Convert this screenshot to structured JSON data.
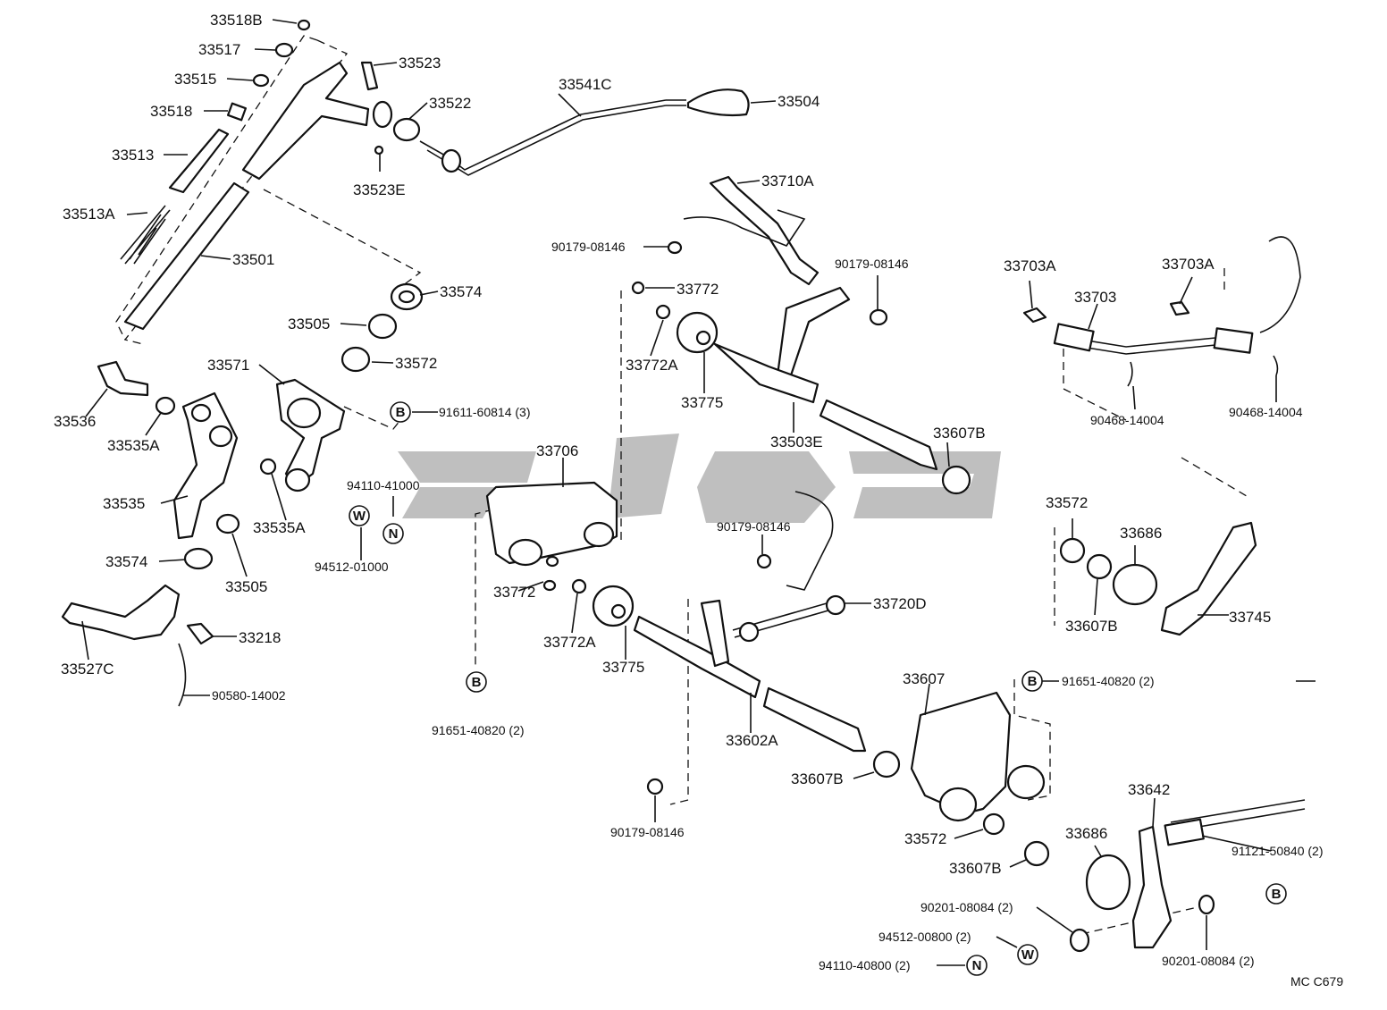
{
  "diagram_code": "MC  C679",
  "labels": {
    "p33518B": "33518B",
    "p33517": "33517",
    "p33515": "33515",
    "p33518": "33518",
    "p33513": "33513",
    "p33513A": "33513A",
    "p33501": "33501",
    "p33523": "33523",
    "p33522": "33522",
    "p33523E": "33523E",
    "p33541C": "33541C",
    "p33504": "33504",
    "p33574a": "33574",
    "p33505a": "33505",
    "p33572a": "33572",
    "p33571": "33571",
    "p91611": "91611-60814 (3)",
    "p33536": "33536",
    "p33535Aa": "33535A",
    "p33535": "33535",
    "p33535Ab": "33535A",
    "p33574b": "33574",
    "p33505b": "33505",
    "p94110_41000": "94110-41000",
    "p94512_01000": "94512-01000",
    "p33527C": "33527C",
    "p33218": "33218",
    "p90580": "90580-14002",
    "p33710A": "33710A",
    "p90179a": "90179-08146",
    "p90179b": "90179-08146",
    "p33772a": "33772",
    "p33772Aa": "33772A",
    "p33775a": "33775",
    "p33503E": "33503E",
    "p33607Ba": "33607B",
    "p33706": "33706",
    "p33772b": "33772",
    "p33772Ab": "33772A",
    "p33775b": "33775",
    "p90179c": "90179-08146",
    "p33720D": "33720D",
    "p91651a": "91651-40820 (2)",
    "p33602A": "33602A",
    "p33607Bb": "33607B",
    "p90179d": "90179-08146",
    "p33607": "33607",
    "p91651b": "91651-40820 (2)",
    "p33572b": "33572",
    "p33607Bc": "33607B",
    "p33703Aa": "33703A",
    "p33703": "33703",
    "p33703Ab": "33703A",
    "p90468a": "90468-14004",
    "p90468b": "90468-14004",
    "p33572c": "33572",
    "p33686a": "33686",
    "p33607Bd": "33607B",
    "p33745": "33745",
    "p33642": "33642",
    "p33686b": "33686",
    "p91121": "91121-50840 (2)",
    "p90201a": "90201-08084 (2)",
    "p94512_00800": "94512-00800 (2)",
    "p94110_40800": "94110-40800 (2)",
    "p90201b": "90201-08084 (2)"
  },
  "symbols": {
    "B": "B",
    "N": "N",
    "W": "W"
  }
}
